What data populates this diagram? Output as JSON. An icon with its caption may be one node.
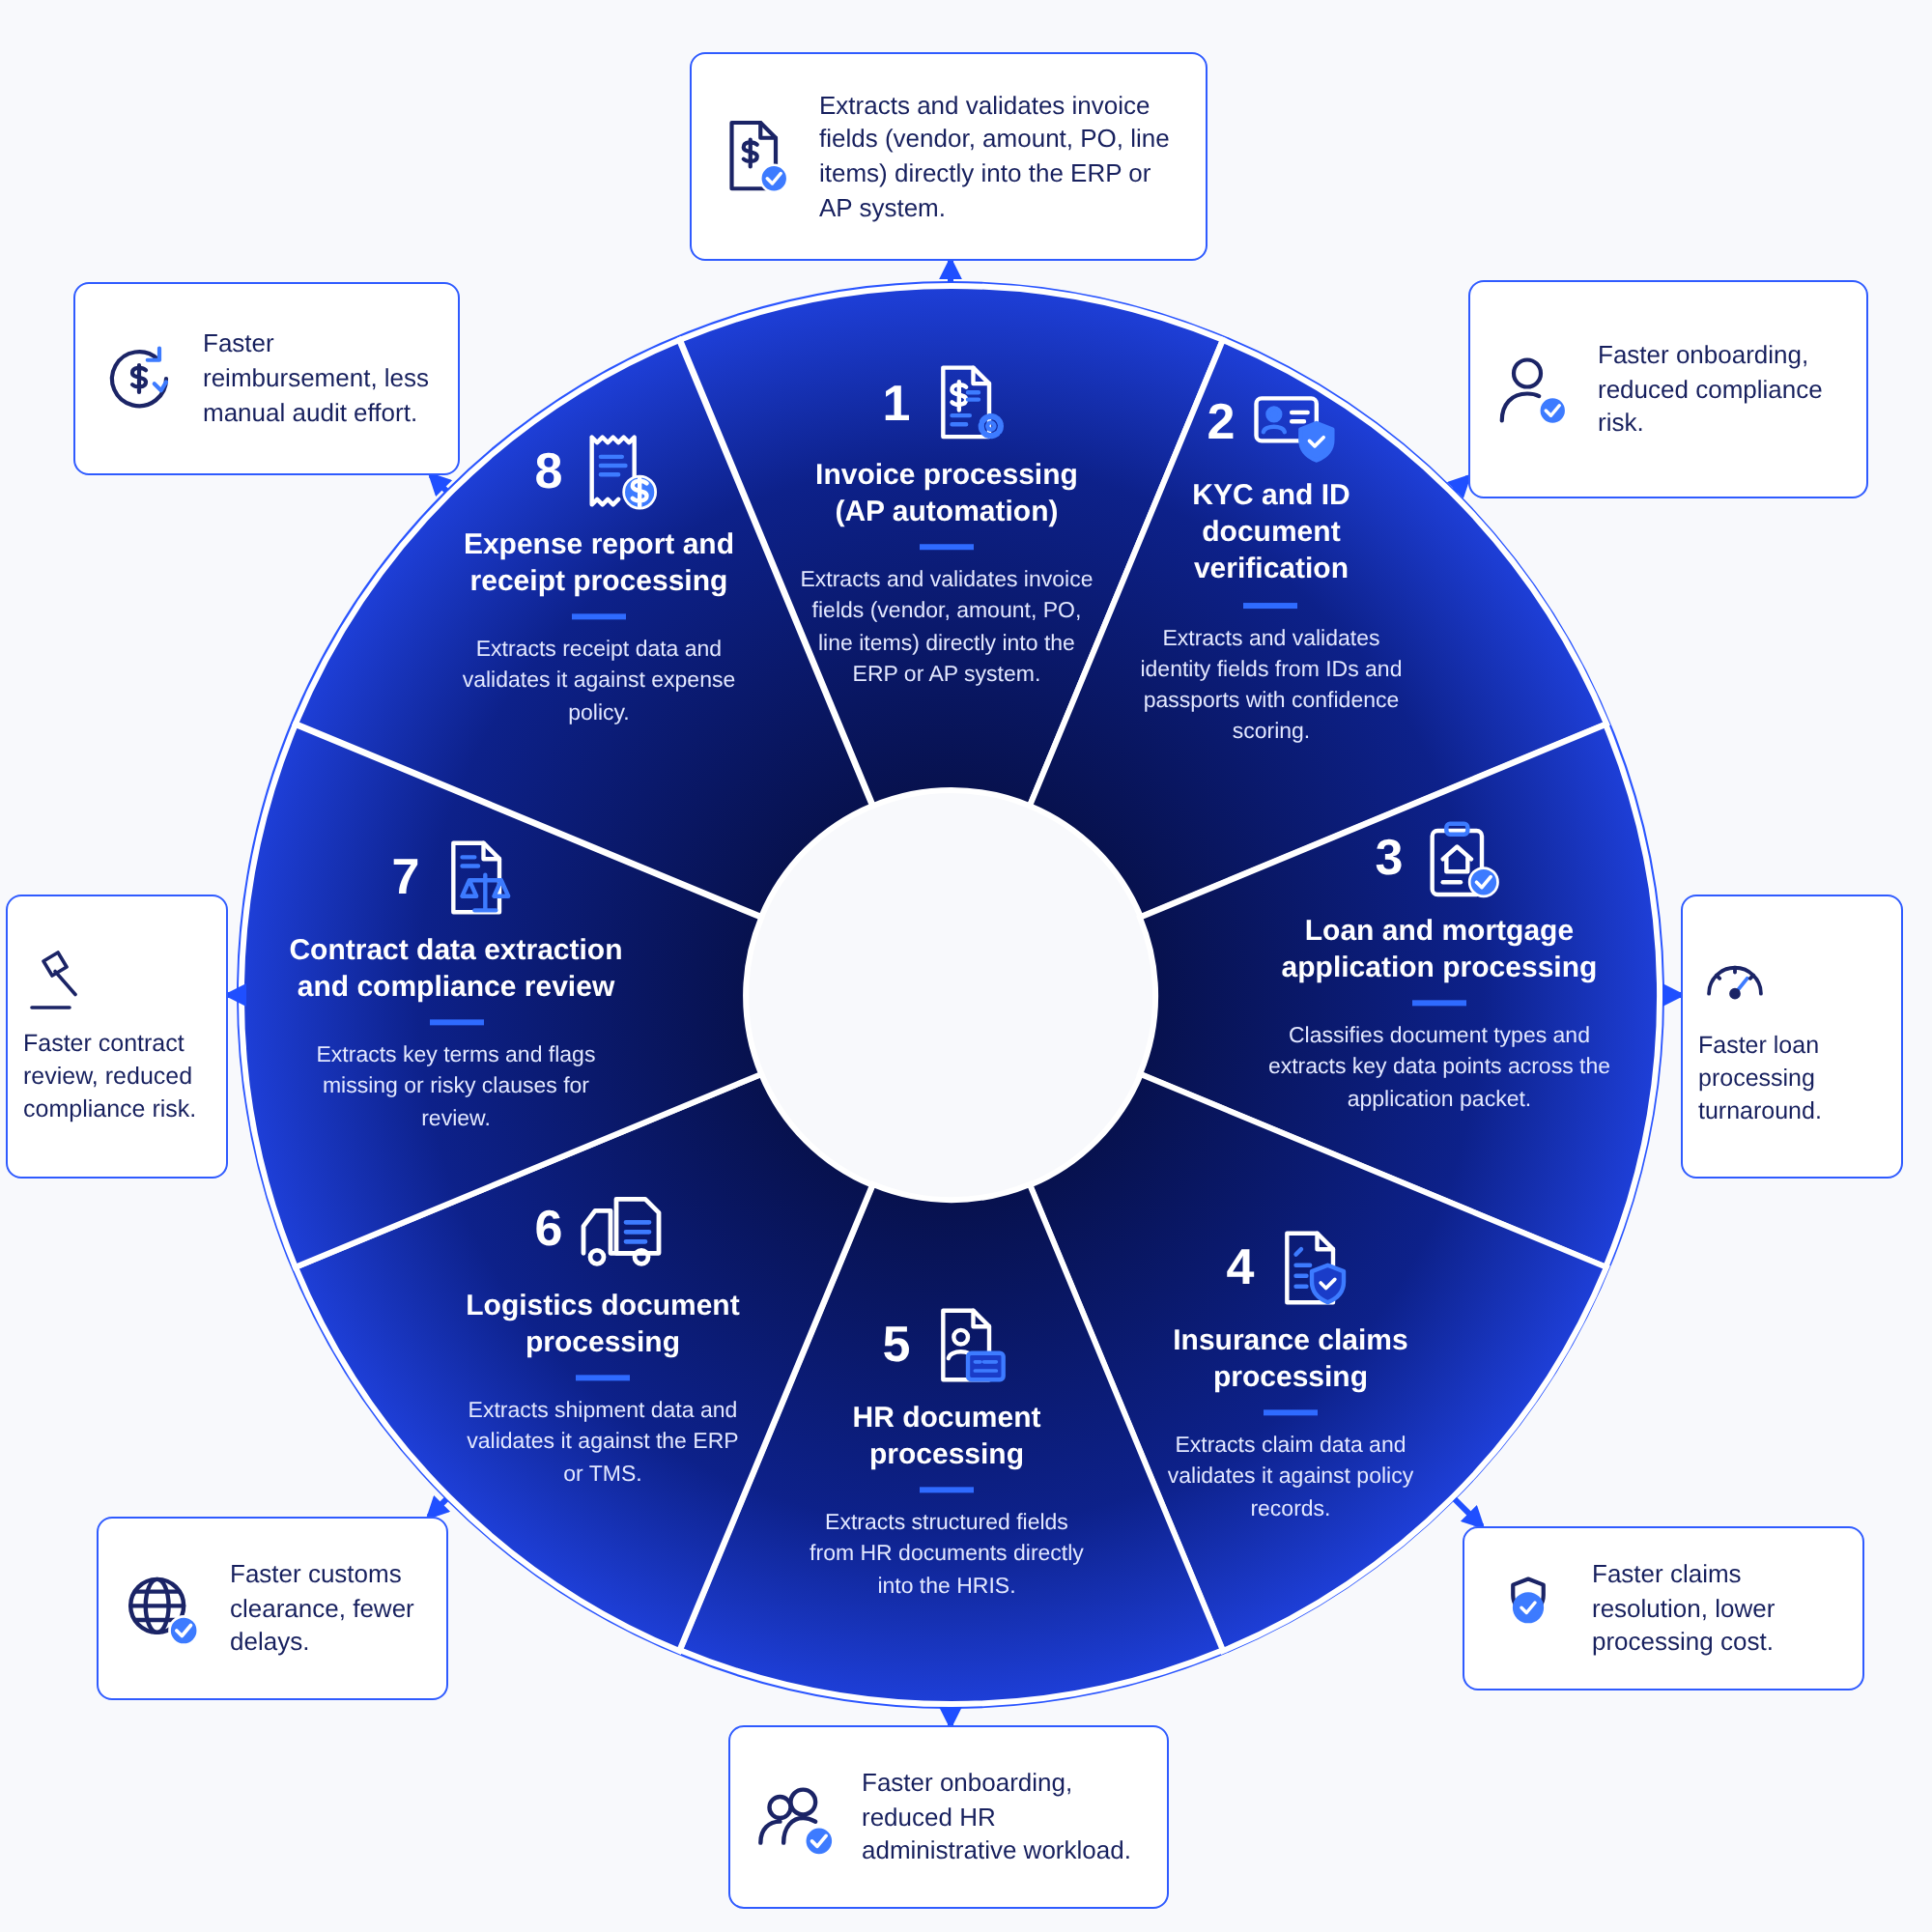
{
  "diagram": {
    "nodes": [
      {
        "text": [
          "1",
          "Invoice processing (AP automation)",
          "Extracts and validates invoice fields (vendor, amount, PO, line items) directly into the ERP or AP system."
        ]
      },
      {
        "text": [
          "2",
          "KYC and ID document verification",
          "Extracts and validates identity fields from IDs and passports with confidence scoring."
        ]
      },
      {
        "text": [
          "3",
          "Loan and mortgage application processing",
          "Classifies document types and extracts key data points across the application packet."
        ]
      },
      {
        "text": [
          "4",
          "Insurance claims processing",
          "Extracts claim data and validates it against policy records."
        ]
      },
      {
        "text": [
          "5",
          "HR document processing",
          "Extracts structured fields from HR documents directly into the HRIS."
        ]
      },
      {
        "text": [
          "6",
          "Logistics document processing",
          "Extracts shipment data and validates it against the ERP or TMS."
        ]
      },
      {
        "text": [
          "7",
          "Contract data extraction and compliance review",
          "Extracts key terms and flags missing or risky clauses for review."
        ]
      },
      {
        "text": [
          "8",
          "Expense report and receipt processing",
          "Extracts receipt data and validates it against expense policy."
        ]
      },
      {
        "text": [
          "Extracts and validates invoice fields (vendor, amount, PO, line items) directly into the ERP or AP system."
        ]
      },
      {
        "text": [
          "Faster onboarding, reduced compliance risk."
        ]
      },
      {
        "text": [
          "Faster loan processing turnaround."
        ]
      },
      {
        "text": [
          "Faster claims resolution, lower processing cost."
        ]
      },
      {
        "text": [
          "Faster onboarding, reduced HR administrative workload."
        ]
      },
      {
        "text": [
          "Faster customs clearance, fewer delays."
        ]
      },
      {
        "text": [
          "Faster contract review, reduced compliance risk."
        ]
      },
      {
        "text": [
          "Faster reimbursement, less manual audit effort."
        ]
      }
    ],
    "edges": [
      {
        "from": 0,
        "to": 8,
        "arrow": "to"
      },
      {
        "from": 1,
        "to": 9,
        "arrow": "to"
      },
      {
        "from": 2,
        "to": 10,
        "arrow": "to"
      },
      {
        "from": 3,
        "to": 11,
        "arrow": "to"
      },
      {
        "from": 4,
        "to": 12,
        "arrow": "to"
      },
      {
        "from": 5,
        "to": 13,
        "arrow": "to"
      },
      {
        "from": 6,
        "to": 14,
        "arrow": "to"
      },
      {
        "from": 7,
        "to": 15,
        "arrow": "to"
      }
    ]
  }
}
